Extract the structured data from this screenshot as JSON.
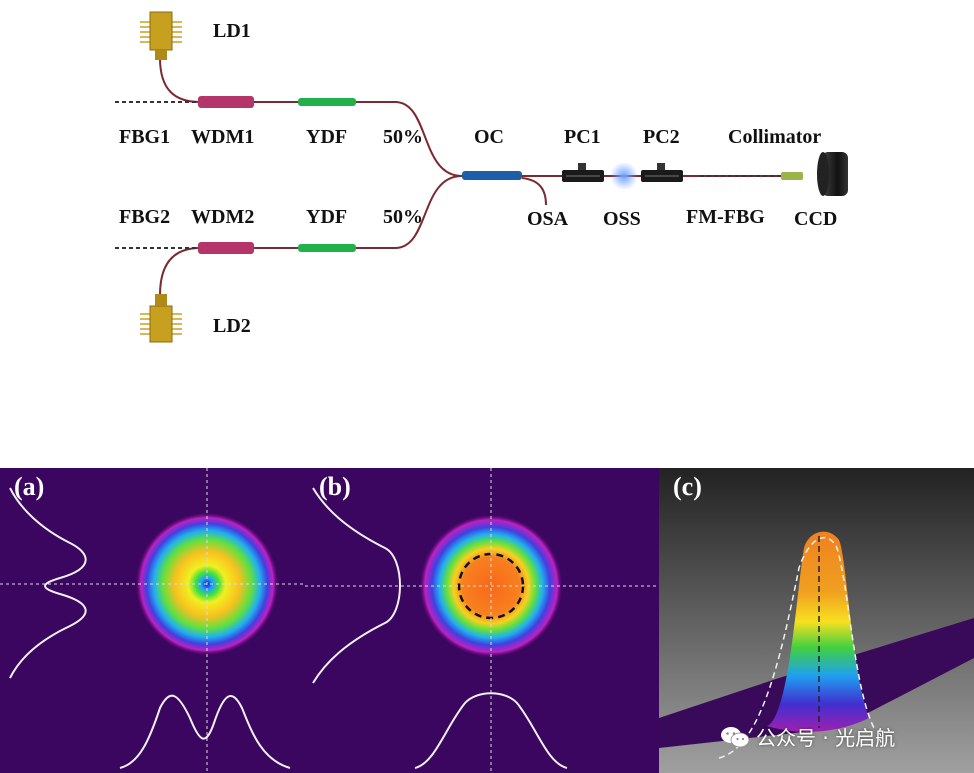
{
  "schematic": {
    "components": {
      "ld1": "LD1",
      "ld2": "LD2",
      "fbg1": "FBG1",
      "wdm1": "WDM1",
      "ydf_top": "YDF",
      "split_top": "50%",
      "fbg2": "FBG2",
      "wdm2": "WDM2",
      "ydf_bottom": "YDF",
      "split_bottom": "50%",
      "oc": "OC",
      "osa": "OSA",
      "pc1": "PC1",
      "pc2": "PC2",
      "oss": "OSS",
      "fm_fbg": "FM-FBG",
      "collimator": "Collimator",
      "ccd": "CCD"
    },
    "colors": {
      "fiber": "#7a2a30",
      "wdm": "#b4356a",
      "ydf": "#22b04a",
      "oc": "#1c5ea8",
      "laser_diode": "#c8a020",
      "oss_glow": "#6fa2ff",
      "collimator": "#9ab34a"
    }
  },
  "beam_panels": {
    "a": {
      "label": "(a)"
    },
    "b": {
      "label": "(b)"
    },
    "c": {
      "label": "(c)"
    }
  },
  "watermark": {
    "text": "公众号 · 光启航",
    "icon": "wechat-icon"
  }
}
